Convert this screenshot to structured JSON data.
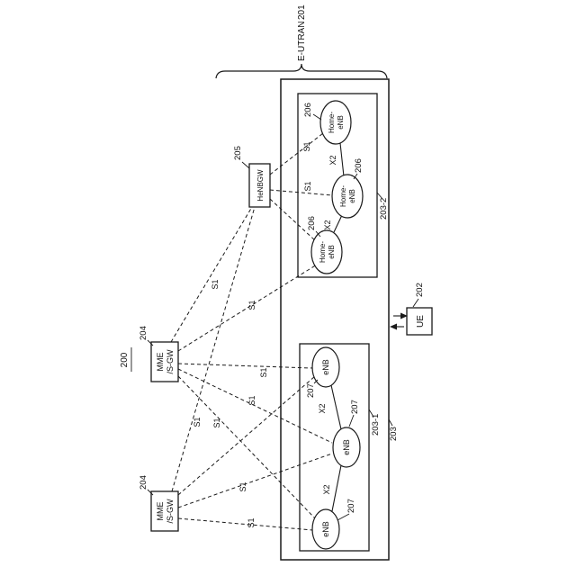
{
  "colors": {
    "background": "#ffffff",
    "ink": "#1a1a1a"
  },
  "system": {
    "ref": "200"
  },
  "eutran": {
    "label": "E-UTRAN",
    "ref": "201",
    "box_ref": "203"
  },
  "mme": {
    "line1": "MME",
    "line2": "/S-GW",
    "ref": "204"
  },
  "henbgw": {
    "label": "HeNBGW",
    "ref": "205"
  },
  "ue": {
    "label": "UE",
    "ref": "202"
  },
  "enb": {
    "label": "eNB",
    "ref": "207",
    "group_ref": "203-1"
  },
  "home_enb": {
    "line1": "Home-",
    "line2": "eNB",
    "ref": "206",
    "group_ref": "203-2"
  },
  "links": {
    "s1": "S1",
    "x2": "X2"
  }
}
